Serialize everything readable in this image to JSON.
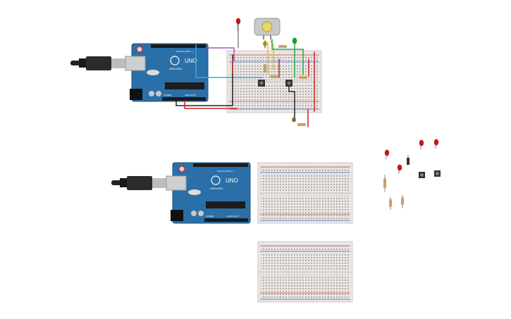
{
  "board": {
    "name": "UNO",
    "brand": "ARDUINO",
    "digital_label": "DIGITAL (PWM ~)",
    "power_label": "POWER",
    "analog_label": "ANALOG IN"
  },
  "colors": {
    "board": "#2a6fa8",
    "board_dark": "#1d5685",
    "breadboard": "#e9e6e3",
    "rail_red": "#d23a3a",
    "rail_blue": "#3a5ad2",
    "wire_red": "#cc2222",
    "wire_black": "#222222",
    "wire_cyan": "#33aadd",
    "wire_green": "#22aa44",
    "wire_yellow": "#e6c21a",
    "wire_purple": "#aa55aa",
    "led_red": "#c21818",
    "led_green": "#1a9a2a",
    "resistor": "#c9a06a",
    "motor": "#c8c8c8"
  }
}
